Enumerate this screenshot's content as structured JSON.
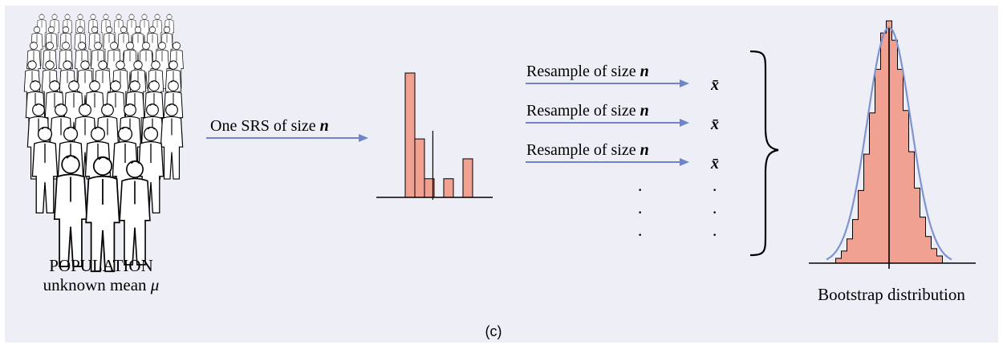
{
  "population": {
    "label_line1": "POPULATION",
    "label_line2": "unknown mean",
    "mean_symbol": "μ"
  },
  "sample_arrow": {
    "label": "One SRS of size",
    "var": "n"
  },
  "resamples": [
    {
      "label": "Resample of size",
      "var": "n",
      "stat": "x̄"
    },
    {
      "label": "Resample of size",
      "var": "n",
      "stat": "x̄"
    },
    {
      "label": "Resample of size",
      "var": "n",
      "stat": "x̄"
    }
  ],
  "ellipsis_dot": "·",
  "bootstrap": {
    "label": "Bootstrap distribution"
  },
  "caption": "(c)",
  "colors": {
    "bar_fill": "#f1a192",
    "arrow": "#6e86c9",
    "curve": "#7d94d1",
    "background": "#eeeff6"
  },
  "sample_histogram": {
    "bar_heights": [
      1.0,
      0.47,
      0.15,
      0,
      0.15,
      0,
      0.31
    ],
    "mean_position": 0.41
  },
  "bootstrap_histogram": {
    "bar_heights": [
      0.02,
      0.05,
      0.1,
      0.18,
      0.3,
      0.45,
      0.62,
      0.8,
      0.95,
      1.0,
      0.92,
      0.8,
      0.63,
      0.46,
      0.31,
      0.19,
      0.11,
      0.06,
      0.03
    ]
  }
}
